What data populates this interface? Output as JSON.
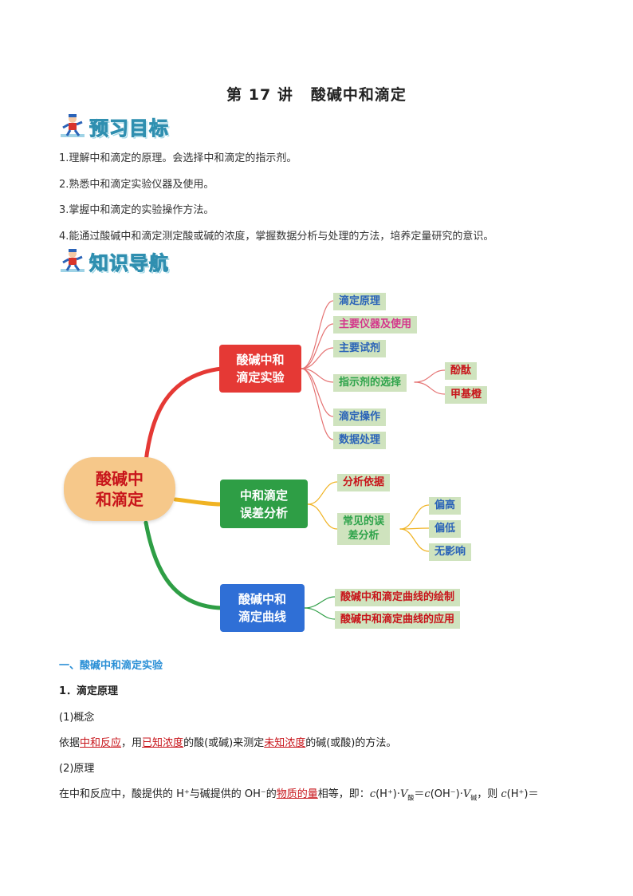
{
  "title": {
    "part1": "第 17 讲",
    "part2": "酸碱中和滴定"
  },
  "sections": {
    "preview": "预习目标",
    "nav": "知识导航"
  },
  "objectives": [
    "1.理解中和滴定的原理。会选择中和滴定的指示剂。",
    "2.熟悉中和滴定实验仪器及使用。",
    "3.掌握中和滴定的实验操作方法。",
    "4.能通过酸碱中和滴定测定酸或碱的浓度，掌握数据分析与处理的方法，培养定量研究的意识。"
  ],
  "mindmap": {
    "center": {
      "line1": "酸碱中",
      "line2": "和滴定"
    },
    "branch1": {
      "line1": "酸碱中和",
      "line2": "滴定实验",
      "items": [
        "滴定原理",
        "主要仪器及使用",
        "主要试剂",
        "指示剂的选择",
        "滴定操作",
        "数据处理"
      ],
      "indicators": [
        "酚酞",
        "甲基橙"
      ]
    },
    "branch2": {
      "line1": "中和滴定",
      "line2": "误差分析",
      "basis": "分析依据",
      "common": {
        "line1": "常见的误",
        "line2": "差分析"
      },
      "effects": [
        "偏高",
        "偏低",
        "无影响"
      ]
    },
    "branch3": {
      "line1": "酸碱中和",
      "line2": "滴定曲线",
      "items": [
        "酸碱中和滴定曲线的绘制",
        "酸碱中和滴定曲线的应用"
      ]
    },
    "colors": {
      "red": "#e53935",
      "yellow": "#f0b323",
      "green": "#2e9e45",
      "blue": "#2f6fd6",
      "label_bg": "#cfe3be"
    }
  },
  "content": {
    "heading": "一、酸碱中和滴定实验",
    "sub1": "1．滴定原理",
    "concept_head": "(1)概念",
    "concept": {
      "t1": "依据",
      "u1": "中和反应",
      "t2": "，用",
      "u2": "已知浓度",
      "t3": "的酸(或碱)来测定",
      "u3": "未知浓度",
      "t4": "的碱(或酸)的方法。"
    },
    "principle_head": "(2)原理",
    "principle": {
      "t1": "在中和反应中，酸提供的 H⁺与碱提供的 OH⁻的",
      "u1": "物质的量",
      "t2": "相等，即：",
      "f1": "c",
      "f2": "(H⁺)·",
      "f3": "V",
      "s1": "酸",
      "f4": "＝",
      "f5": "c",
      "f6": "(OH⁻)·",
      "f7": "V",
      "s2": "碱",
      "f8": "，则 ",
      "f9": "c",
      "f10": "(H⁺)＝"
    }
  }
}
